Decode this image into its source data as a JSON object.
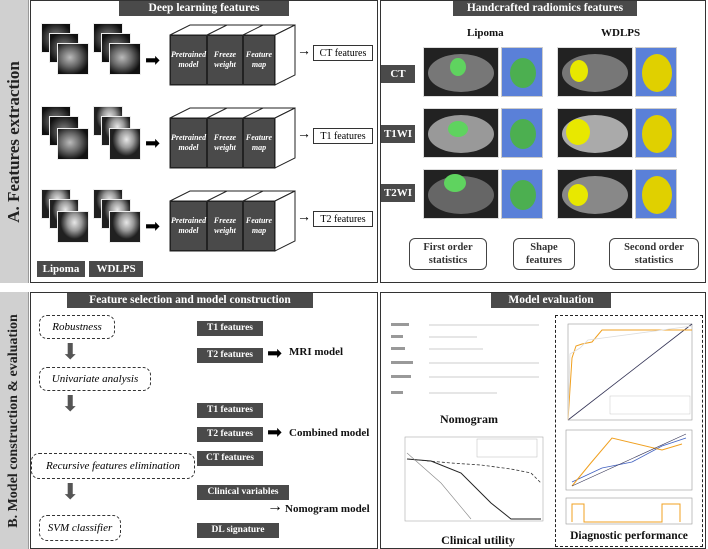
{
  "section_a": {
    "side_label": "A. Features extraction",
    "left": {
      "title": "Deep learning features",
      "rows": [
        {
          "output": "CT features"
        },
        {
          "output": "T1 features"
        },
        {
          "output": "T2 features"
        }
      ],
      "model_box": {
        "front": "Pretrained model",
        "middle": "Freeze weight",
        "back": "Feature map"
      },
      "bottom_labels": [
        "Lipoma",
        "WDLPS"
      ]
    },
    "right": {
      "title": "Handcrafted radiomics features",
      "col_headers": [
        "Lipoma",
        "WDLPS"
      ],
      "row_labels": [
        "CT",
        "T1WI",
        "T2WI"
      ],
      "stat_boxes": [
        "First order statistics",
        "Shape features",
        "Second order statistics"
      ],
      "colors": {
        "lipoma_roi": "#5fd35f",
        "wdlps_roi": "#e8e800",
        "volume_bg": "#5a80d8",
        "lipoma_mesh": "#4caf50",
        "wdlps_mesh": "#e0d000"
      }
    }
  },
  "section_b": {
    "side_label": "B. Model construction & evaluation",
    "left": {
      "title": "Feature selection and model construction",
      "steps": [
        "Robustness",
        "Univariate analysis",
        "Recursive features elimination",
        "SVM classifier"
      ],
      "groups": [
        {
          "features": [
            "T1 features",
            "T2 features"
          ],
          "model": "MRI model"
        },
        {
          "features": [
            "T1 features",
            "T2 features",
            "CT features"
          ],
          "model": "Combined model"
        },
        {
          "features": [
            "Clinical variables",
            "DL signature"
          ],
          "model": "Nomogram model"
        }
      ]
    },
    "right": {
      "title": "Model evaluation",
      "captions": [
        "Nomogram",
        "Clinical utility",
        "Diagnostic performance"
      ]
    }
  }
}
